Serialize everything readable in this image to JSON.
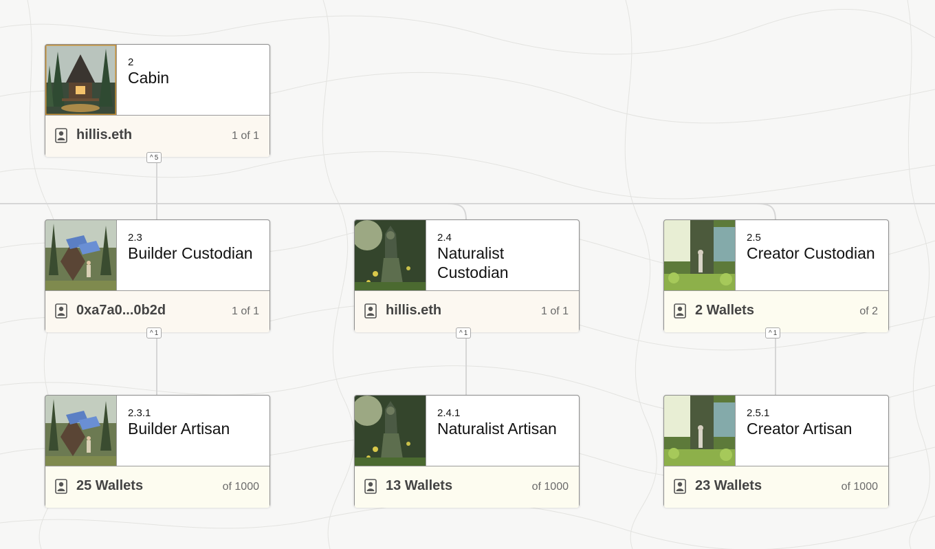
{
  "nodes": [
    {
      "id": "n2",
      "number": "2",
      "title": "Cabin",
      "owner": "hillis.eth",
      "owner_kind": "owner",
      "count": "1 of 1",
      "children_count": "5",
      "image": "cabin"
    },
    {
      "id": "n23",
      "number": "2.3",
      "title": "Builder Custodian",
      "owner": "0xa7a0...0b2d",
      "owner_kind": "owner",
      "count": "1 of 1",
      "children_count": "1",
      "image": "builder"
    },
    {
      "id": "n24",
      "number": "2.4",
      "title": "Naturalist Custodian",
      "owner": "hillis.eth",
      "owner_kind": "owner",
      "count": "1 of 1",
      "children_count": "1",
      "image": "naturalist"
    },
    {
      "id": "n25",
      "number": "2.5",
      "title": "Creator Custodian",
      "owner": "2 Wallets",
      "owner_kind": "wallets",
      "count": "of 2",
      "children_count": "1",
      "image": "creator"
    },
    {
      "id": "n231",
      "number": "2.3.1",
      "title": "Builder Artisan",
      "owner": "25 Wallets",
      "owner_kind": "wallets",
      "count": "of 1000",
      "image": "builder"
    },
    {
      "id": "n241",
      "number": "2.4.1",
      "title": "Naturalist Artisan",
      "owner": "13 Wallets",
      "owner_kind": "wallets",
      "count": "of 1000",
      "image": "naturalist"
    },
    {
      "id": "n251",
      "number": "2.5.1",
      "title": "Creator Artisan",
      "owner": "23 Wallets",
      "owner_kind": "wallets",
      "count": "of 1000",
      "image": "creator"
    }
  ],
  "icons": {
    "owner": "user-badge-icon",
    "expander": "chevron-up-icon"
  },
  "colors": {
    "background": "#f7f7f6",
    "owner_panel": "#fcf8f1",
    "wallets_panel": "#fdfcf0",
    "connector": "#d8d8d8"
  }
}
